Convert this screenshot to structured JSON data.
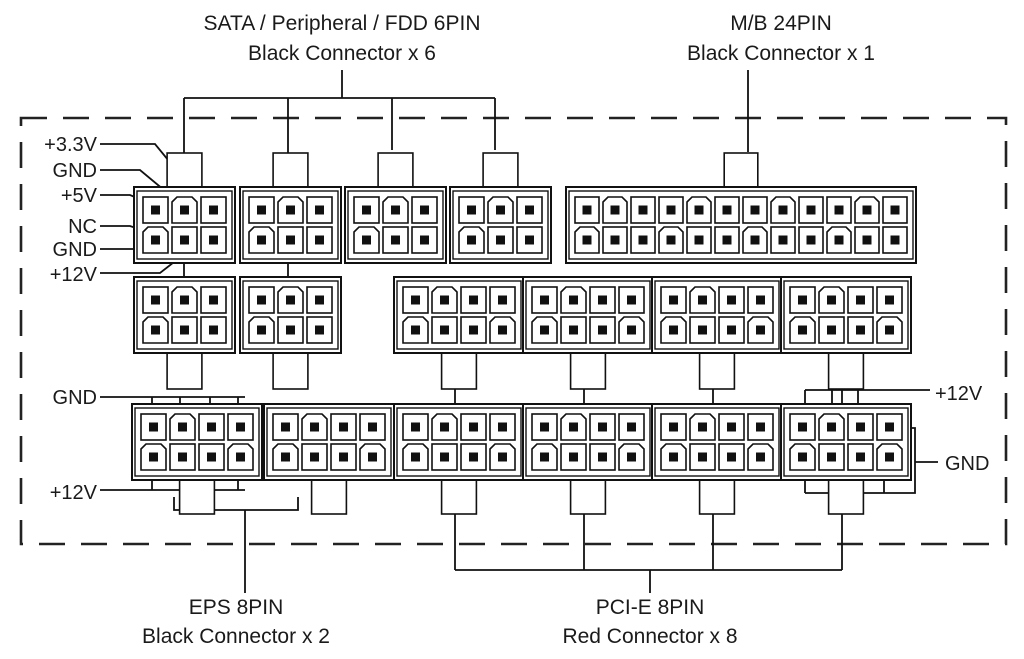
{
  "title": "PSU Modular Connector Pinout",
  "groups": {
    "sata": {
      "title": "SATA / Peripheral / FDD 6PIN",
      "subtitle": "Black Connector x 6",
      "count": 6,
      "pins": 6
    },
    "mb": {
      "title": "M/B 24PIN",
      "subtitle": "Black Connector x 1",
      "count": 1,
      "pins": 24
    },
    "eps": {
      "title": "EPS 8PIN",
      "subtitle": "Black Connector x 2",
      "count": 2,
      "pins": 8
    },
    "pcie": {
      "title": "PCI-E 8PIN",
      "subtitle": "Red Connector x 8",
      "count": 8,
      "pins": 8
    }
  },
  "pin_labels": {
    "sata": [
      "+3.3V",
      "GND",
      "+5V",
      "NC",
      "GND",
      "+12V"
    ],
    "eps": [
      "GND",
      "+12V"
    ],
    "pcie": [
      "+12V",
      "GND"
    ]
  },
  "colors": {
    "line": "#111111",
    "text": "#1a1a1a",
    "background": "#ffffff"
  }
}
